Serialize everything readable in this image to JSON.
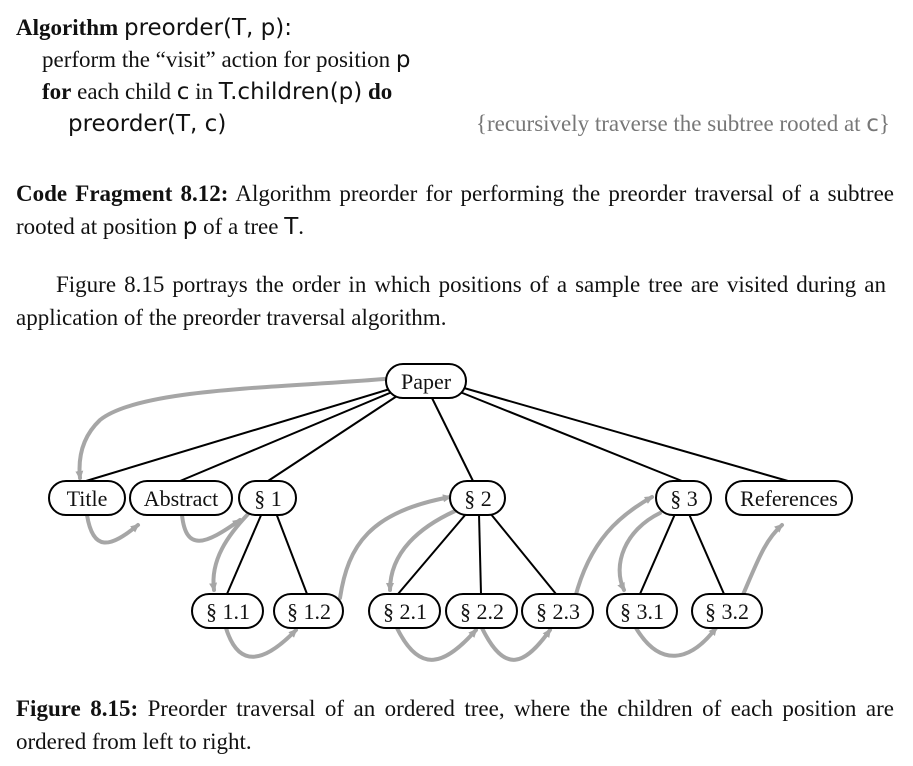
{
  "algorithm": {
    "keyword_algorithm": "Algorithm",
    "signature": "preorder(T, p):",
    "line1": "perform the “visit” action for position ",
    "line1_var": "p",
    "for_kw": "for",
    "each_child_text": " each child ",
    "child_var": "c",
    "in_text": " in ",
    "children_expr": "T.children(p)",
    "do_kw": " do",
    "recursive_call": "preorder(T, c)",
    "comment_text": "{recursively traverse the subtree rooted at ",
    "comment_var": "c",
    "comment_close": "}"
  },
  "code_caption": {
    "label": "Code Fragment 8.12:",
    "text_a": " Algorithm preorder for performing the preorder traversal of a subtree rooted at position ",
    "var_p": "p",
    "text_b": " of a tree ",
    "var_T": "T",
    "text_c": "."
  },
  "paragraph": "Figure 8.15 portrays the order in which positions of a sample tree are visited during an application of the preorder traversal algorithm.",
  "figure": {
    "nodes": {
      "paper": "Paper",
      "title": "Title",
      "abstract": "Abstract",
      "s1": "§ 1",
      "s2": "§ 2",
      "s3": "§ 3",
      "references": "References",
      "s1_1": "§ 1.1",
      "s1_2": "§ 1.2",
      "s2_1": "§ 2.1",
      "s2_2": "§ 2.2",
      "s2_3": "§ 2.3",
      "s3_1": "§ 3.1",
      "s3_2": "§ 3.2"
    },
    "edge_color": "#000000",
    "traversal_arrow_color": "#a6a6a6"
  },
  "figure_caption": {
    "label": "Figure 8.15:",
    "text": " Preorder traversal of an ordered tree, where the children of each position are ordered from left to right."
  }
}
